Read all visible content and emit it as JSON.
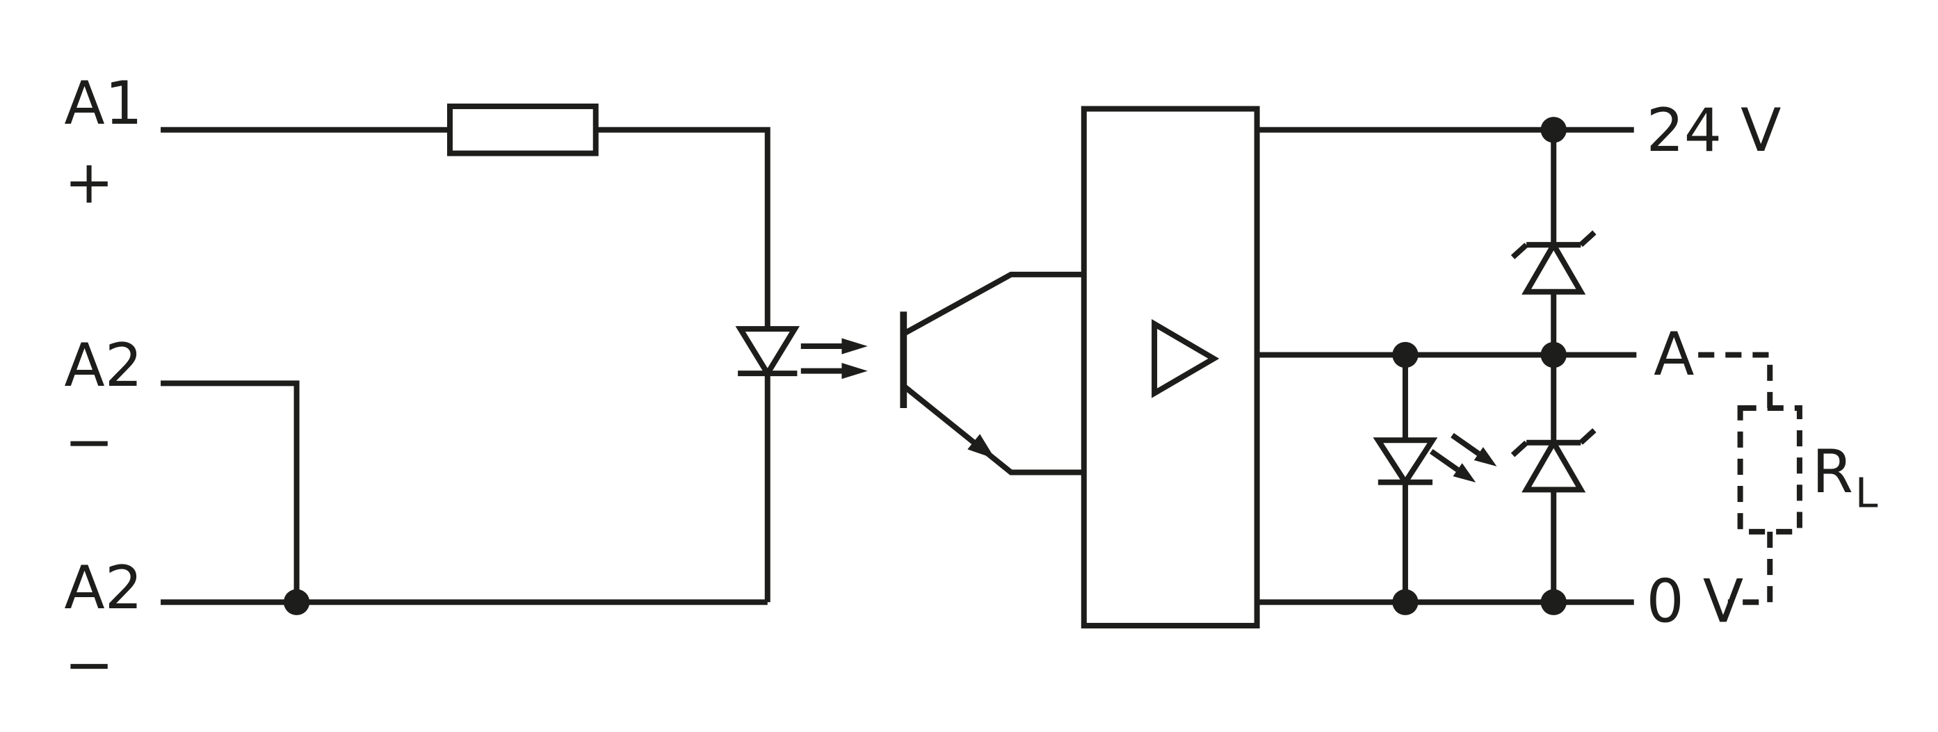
{
  "diagram": {
    "type": "circuit-schematic",
    "colors": {
      "line": "#1d1d1b",
      "background": "#ffffff"
    },
    "labels": {
      "terminal_a1": "A1",
      "terminal_a1_polarity": "+",
      "terminal_a2_mid": "A2",
      "terminal_a2_mid_polarity": "−",
      "terminal_a2_bottom": "A2",
      "terminal_a2_bottom_polarity": "−",
      "supply_24v": "24 V",
      "output_a": "A",
      "supply_0v": "0 V",
      "load_resistor": "R",
      "load_resistor_subscript": "L"
    },
    "components": [
      "series-resistor",
      "optocoupler-led",
      "phototransistor",
      "output-amplifier",
      "suppressor-diode",
      "status-led",
      "freewheeling-diode",
      "load-resistor"
    ]
  }
}
